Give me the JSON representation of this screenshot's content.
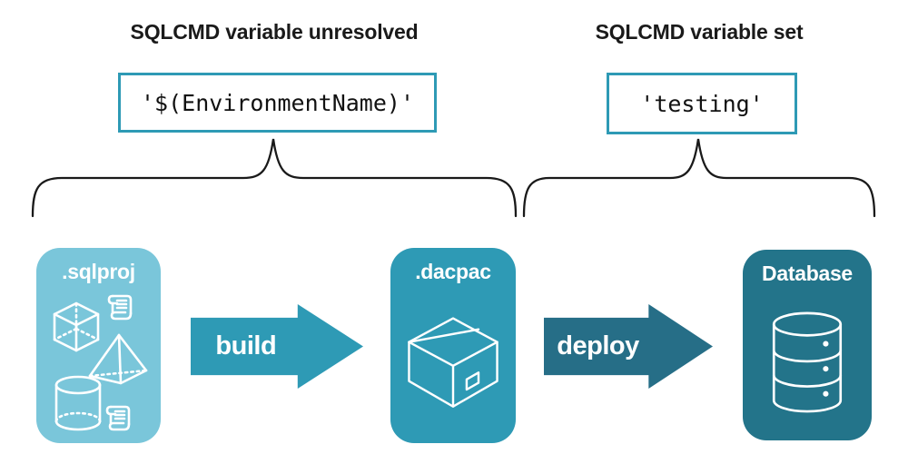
{
  "headings": {
    "left": "SQLCMD variable unresolved",
    "right": "SQLCMD variable set"
  },
  "code_boxes": {
    "left": "'$(EnvironmentName)'",
    "right": "'testing'"
  },
  "stages": [
    {
      "title": ".sqlproj",
      "icon": "sql-project-objects-icon",
      "color": "#7AC6DA"
    },
    {
      "title": ".dacpac",
      "icon": "package-box-icon",
      "color": "#2E9AB5"
    },
    {
      "title": "Database",
      "icon": "database-cylinder-icon",
      "color": "#23748A"
    }
  ],
  "arrows": [
    {
      "label": "build",
      "color": "#2E9AB5"
    },
    {
      "label": "deploy",
      "color": "#266E87"
    }
  ],
  "colors": {
    "background": "#FFFFFF",
    "accent_border": "#2E9AB5",
    "brace": "#1A1A1A",
    "heading_text": "#1A1A1A",
    "code_text": "#111111",
    "card_text": "#FFFFFF"
  }
}
